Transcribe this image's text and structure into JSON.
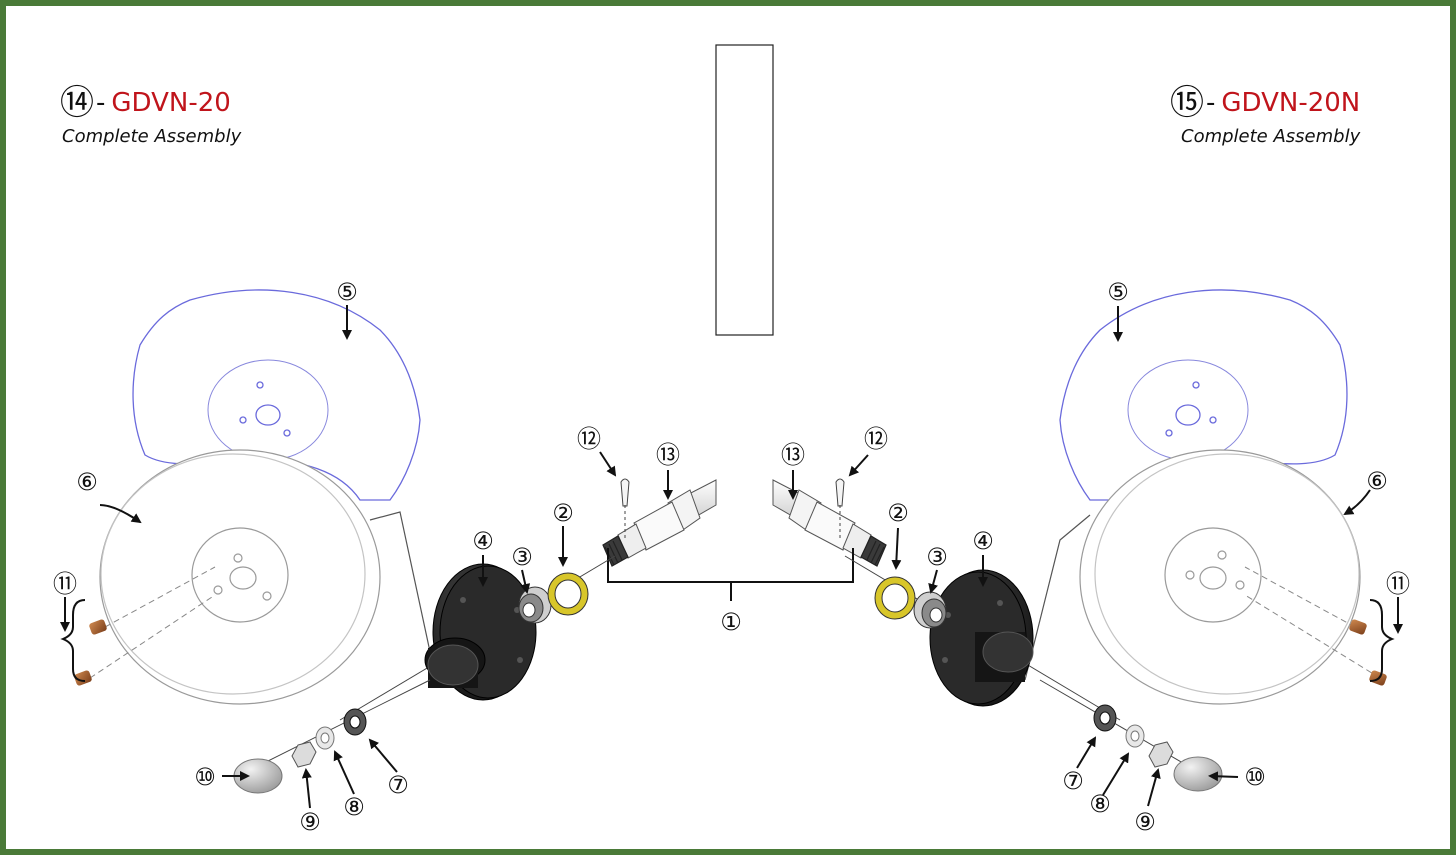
{
  "left_title": {
    "number": "⑭",
    "separator": "-",
    "code": "GDVN-20",
    "subtitle": "Complete Assembly"
  },
  "right_title": {
    "number": "⑮",
    "separator": "-",
    "code": "GDVN-20N",
    "subtitle": "Complete Assembly"
  },
  "callouts": {
    "c1": "①",
    "c2": "②",
    "c3": "③",
    "c4": "④",
    "c5": "⑤",
    "c6": "⑥",
    "c7": "⑦",
    "c8": "⑧",
    "c9": "⑨",
    "c10": "⑩",
    "c11": "⑪",
    "c12": "⑫",
    "c13": "⑬"
  },
  "colors": {
    "frame": "#4a7a38",
    "title_code": "#c0141b",
    "notched_disc": "#6a6adc",
    "hub": "#1c1c1c",
    "seal": "#d8c62a",
    "bolt": "#a0582a"
  }
}
